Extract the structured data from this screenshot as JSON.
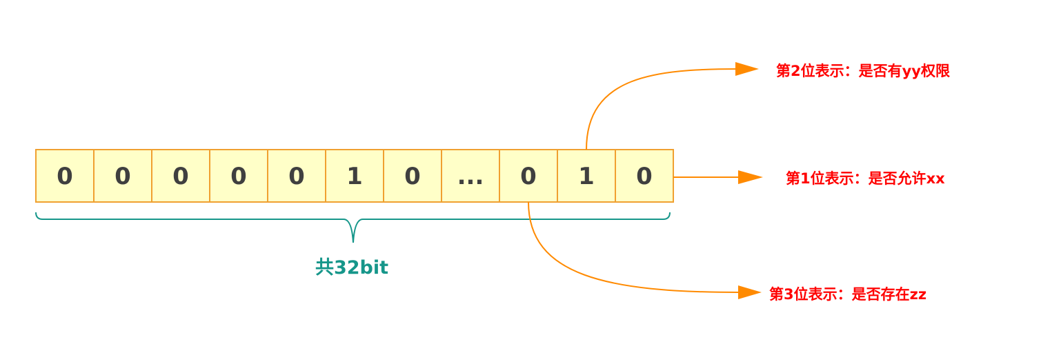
{
  "bits": [
    "0",
    "0",
    "0",
    "0",
    "0",
    "1",
    "0",
    "...",
    "0",
    "1",
    "0"
  ],
  "total_label": "共32bit",
  "annotations": {
    "bit1": "第1位表示：是否允许xx",
    "bit2": "第2位表示：是否有yy权限",
    "bit3": "第3位表示：是否存在zz"
  },
  "colors": {
    "cell_fill": "#ffffc8",
    "cell_border": "#f0a030",
    "bit_text": "#3f3f3f",
    "arrow": "#ff8a00",
    "annotation_text": "#ff0000",
    "brace": "#16968a",
    "total_text": "#16968a"
  }
}
